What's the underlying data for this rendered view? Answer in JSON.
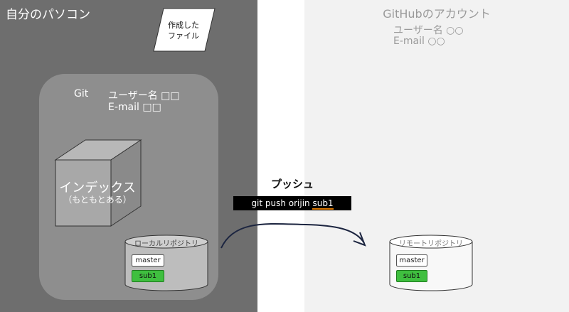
{
  "left_panel": {
    "title": "自分のパソコン"
  },
  "file_note": {
    "line1": "作成した",
    "line2": "ファイル"
  },
  "git": {
    "label": "Git",
    "username": "ユーザー名 □□",
    "email": "E-mail □□"
  },
  "index": {
    "label": "インデックス",
    "sublabel": "（もともとある）"
  },
  "local_repo": {
    "label": "ローカルリポジトリ",
    "branches": [
      "master",
      "sub1"
    ]
  },
  "push": {
    "title": "プッシュ",
    "command_prefix": "git push orijin ",
    "command_branch": "sub1"
  },
  "github": {
    "title": "GitHubのアカウント",
    "username": "ユーザー名 ○○",
    "email": "E-mail ○○"
  },
  "remote_repo": {
    "label": "リモートリポジトリ",
    "branches": [
      "master",
      "sub1"
    ]
  },
  "colors": {
    "left_bg": "#6e6e6e",
    "git_box": "#8e8e8e",
    "right_bg": "#f2f2f2",
    "branch_active": "#3fbf3f"
  }
}
